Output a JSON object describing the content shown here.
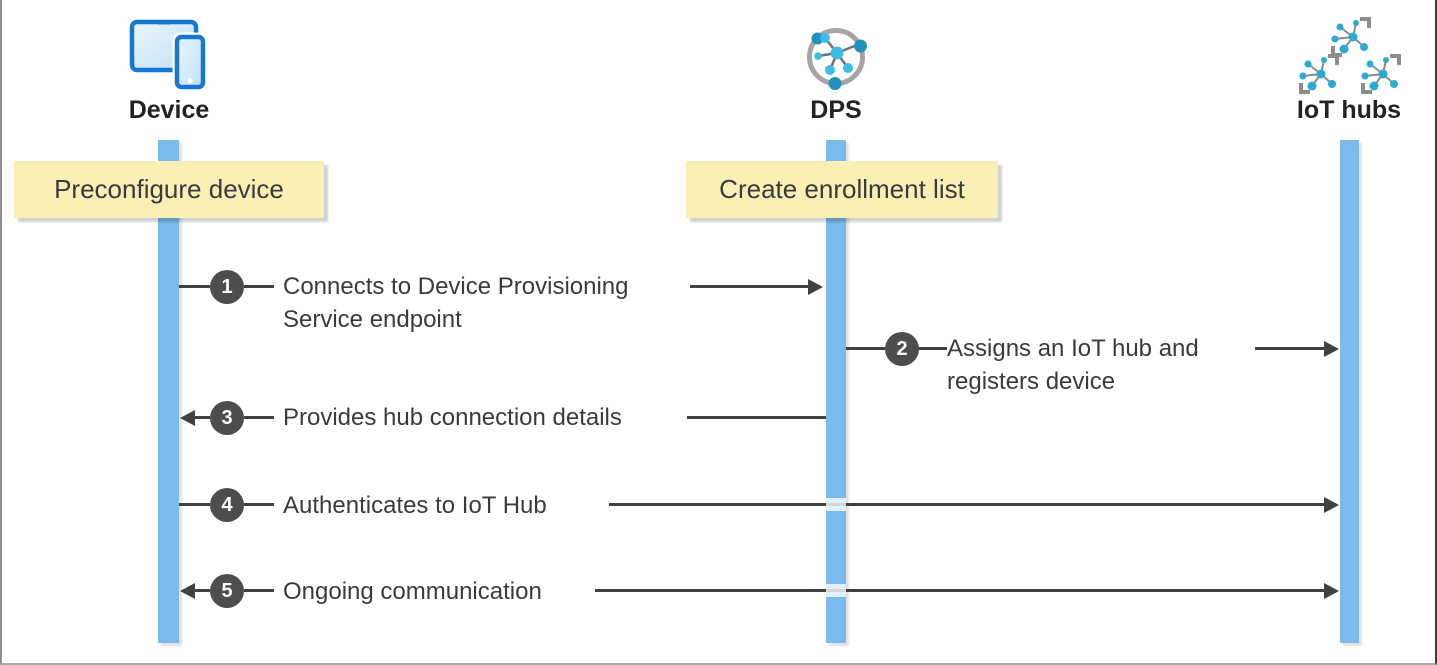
{
  "diagram": {
    "actors": [
      {
        "name": "Device"
      },
      {
        "name": "DPS"
      },
      {
        "name": "IoT hubs"
      }
    ],
    "notes": [
      {
        "text": "Preconfigure device",
        "attached_to": "Device"
      },
      {
        "text": "Create enrollment list",
        "attached_to": "DPS"
      }
    ],
    "steps": [
      {
        "number": "1",
        "lines": [
          "Connects to Device Provisioning",
          "Service endpoint"
        ],
        "from": "Device",
        "to": "DPS",
        "arrow": "right"
      },
      {
        "number": "2",
        "lines": [
          "Assigns an IoT hub and",
          "registers device"
        ],
        "from": "DPS",
        "to": "IoT hubs",
        "arrow": "right"
      },
      {
        "number": "3",
        "lines": [
          "Provides hub connection details"
        ],
        "from": "DPS",
        "to": "Device",
        "arrow": "left"
      },
      {
        "number": "4",
        "lines": [
          "Authenticates to IoT Hub"
        ],
        "from": "Device",
        "to": "IoT hubs",
        "arrow": "right"
      },
      {
        "number": "5",
        "lines": [
          "Ongoing communication"
        ],
        "from": "Device",
        "to": "IoT hubs",
        "arrow": "both"
      }
    ],
    "colors": {
      "lifeline": "#7ABAEC",
      "note_bg": "#FAF0B5",
      "step_circle": "#4D4D4D",
      "arrow": "#404040",
      "text": "#3B3B3B",
      "icon_blue": "#1577D0",
      "icon_cyan": "#3DBDE2",
      "icon_teal": "#29ABD4",
      "icon_gray": "#A5A5A5"
    }
  }
}
